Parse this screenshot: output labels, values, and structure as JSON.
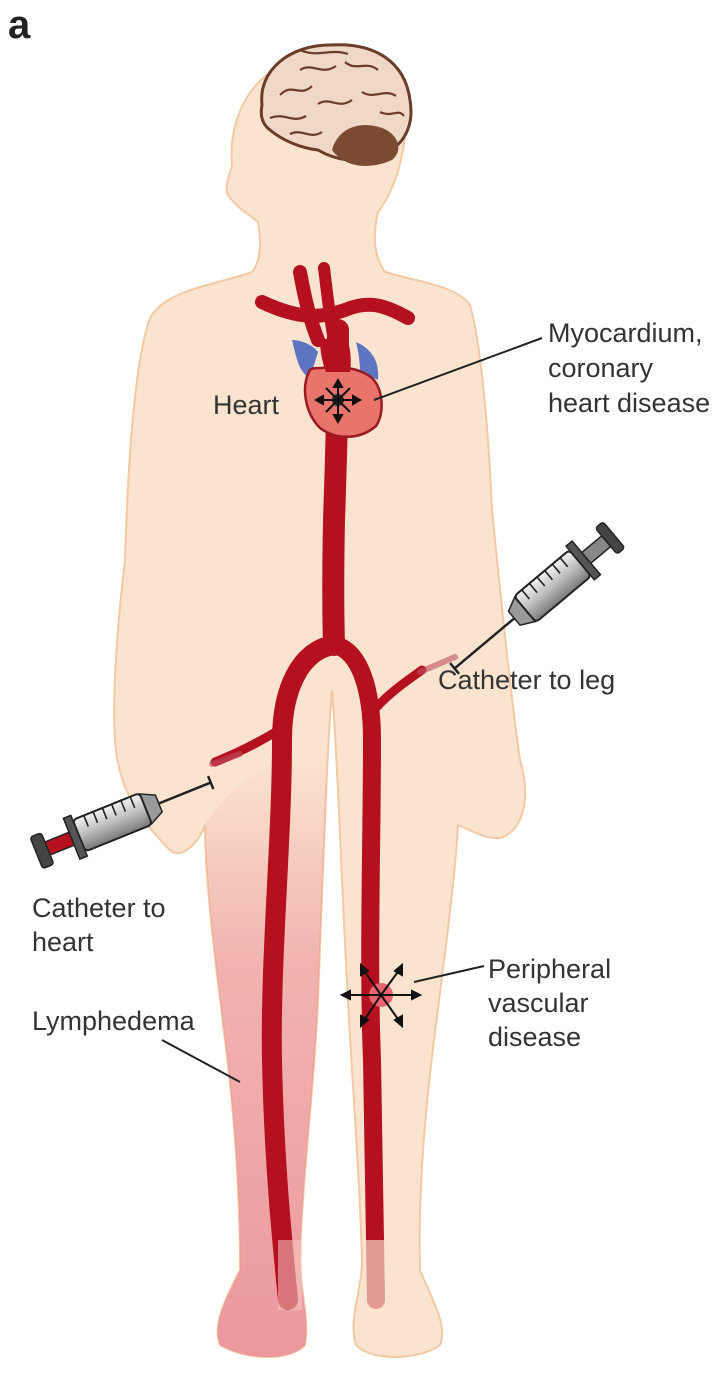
{
  "panel_letter": "a",
  "labels": {
    "heart": "Heart",
    "myocardium": [
      "Myocardium,",
      "coronary",
      "heart disease"
    ],
    "catheter_leg": "Catheter to leg",
    "catheter_heart": [
      "Catheter to",
      "heart"
    ],
    "peripheral": [
      "Peripheral",
      "vascular",
      "disease"
    ],
    "lymphedema": "Lymphedema"
  },
  "colors": {
    "skin": "#fbe4cf",
    "skin_outline": "#f2c9a4",
    "artery": "#b5101f",
    "vein": "#5d74c2",
    "heart": "#e8746c",
    "brain": "#f0d8c6",
    "lymphedema_tint": "#e98b95",
    "lesion": "#e86470"
  }
}
